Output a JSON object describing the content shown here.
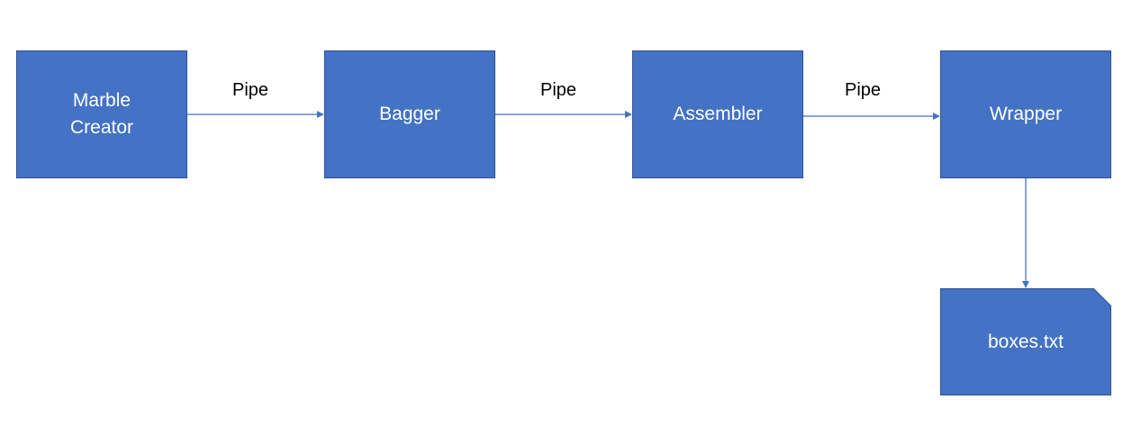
{
  "diagram": {
    "accent_color": "#4472c4",
    "border_color": "#2f528f",
    "connector_color": "#4472c4",
    "nodes": [
      {
        "label": "Marble Creator"
      },
      {
        "label": "Bagger"
      },
      {
        "label": "Assembler"
      },
      {
        "label": "Wrapper"
      },
      {
        "label": "boxes.txt",
        "shape": "document-file"
      }
    ],
    "edges": [
      {
        "label": "Pipe"
      },
      {
        "label": "Pipe"
      },
      {
        "label": "Pipe"
      },
      {
        "label": ""
      }
    ]
  }
}
